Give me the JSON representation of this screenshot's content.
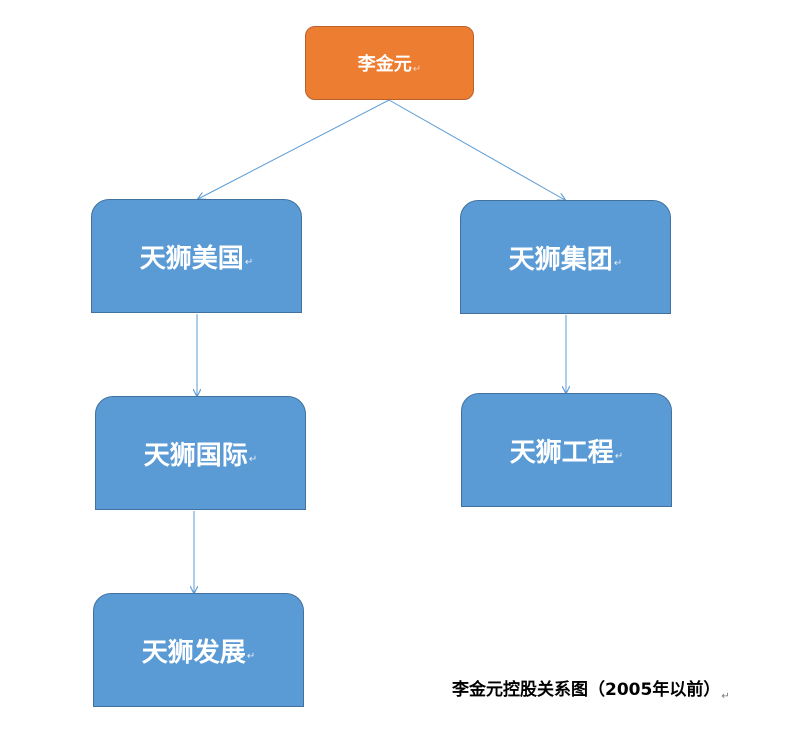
{
  "nodes": {
    "root": "李金元",
    "us": "天狮美国",
    "group": "天狮集团",
    "intl": "天狮国际",
    "eng": "天狮工程",
    "dev": "天狮发展"
  },
  "caption": "李金元控股关系图（2005年以前）",
  "paragraph_mark": "↵",
  "colors": {
    "root_fill": "#ed7d31",
    "node_fill": "#5b9bd5",
    "connector": "#5b9bd5"
  },
  "edges": [
    [
      "root",
      "us"
    ],
    [
      "root",
      "group"
    ],
    [
      "us",
      "intl"
    ],
    [
      "intl",
      "dev"
    ],
    [
      "group",
      "eng"
    ]
  ]
}
